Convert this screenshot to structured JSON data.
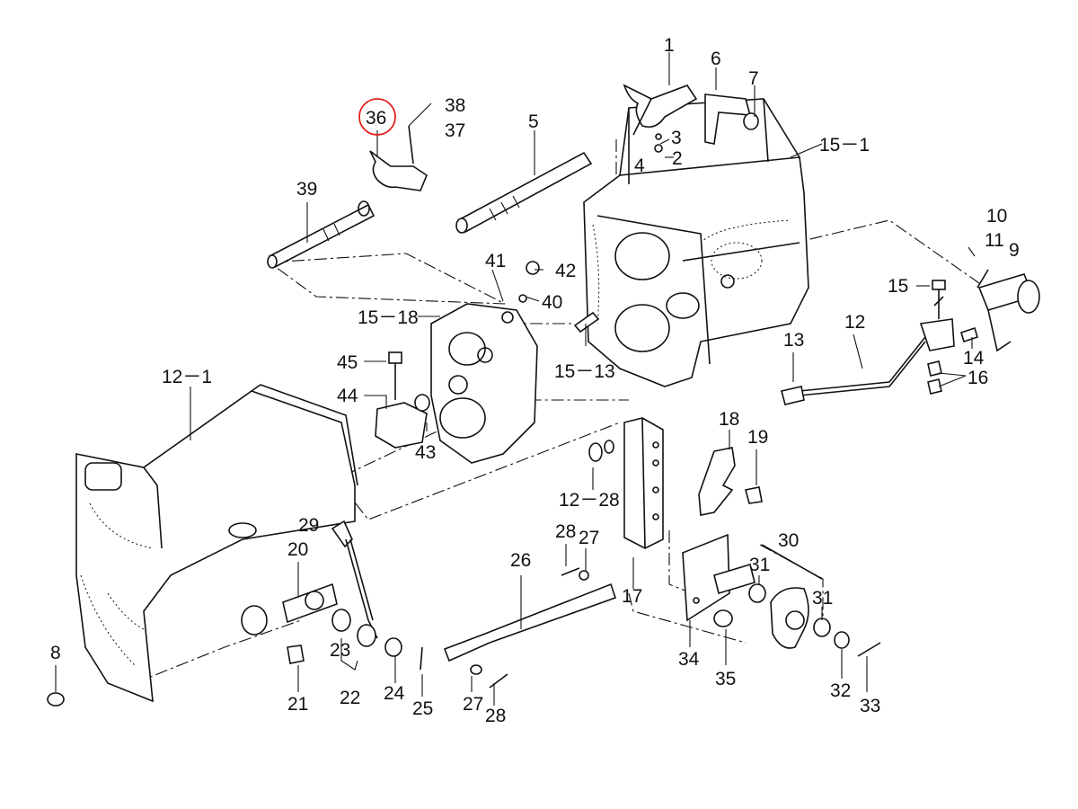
{
  "diagram": {
    "highlight_color": "#e0201b",
    "line_color": "#111111",
    "background": "#ffffff",
    "labels": {
      "p1": "1",
      "p6": "6",
      "p7": "7",
      "p3": "3",
      "p4": "4",
      "p2": "2",
      "p15_1": "15－1",
      "p5": "5",
      "p36": "36",
      "p38": "38",
      "p37": "37",
      "p39": "39",
      "p41": "41",
      "p42": "42",
      "p40": "40",
      "p15_18": "15－18",
      "p15_13": "15－13",
      "p10": "10",
      "p11": "11",
      "p9": "9",
      "p15": "15",
      "p12": "12",
      "p13": "13",
      "p14": "14",
      "p16": "16",
      "p12_1": "12－1",
      "p45": "45",
      "p44": "44",
      "p43": "43",
      "p18": "18",
      "p19": "19",
      "p12_28": "12－28",
      "p29": "29",
      "p20": "20",
      "p28a": "28",
      "p27a": "27",
      "p26": "26",
      "p30": "30",
      "p31a": "31",
      "p31b": "31",
      "p17": "17",
      "p8": "8",
      "p21": "21",
      "p23": "23",
      "p22": "22",
      "p24": "24",
      "p25": "25",
      "p27b": "27",
      "p28b": "28",
      "p34": "34",
      "p35": "35",
      "p32": "32",
      "p33": "33"
    }
  }
}
